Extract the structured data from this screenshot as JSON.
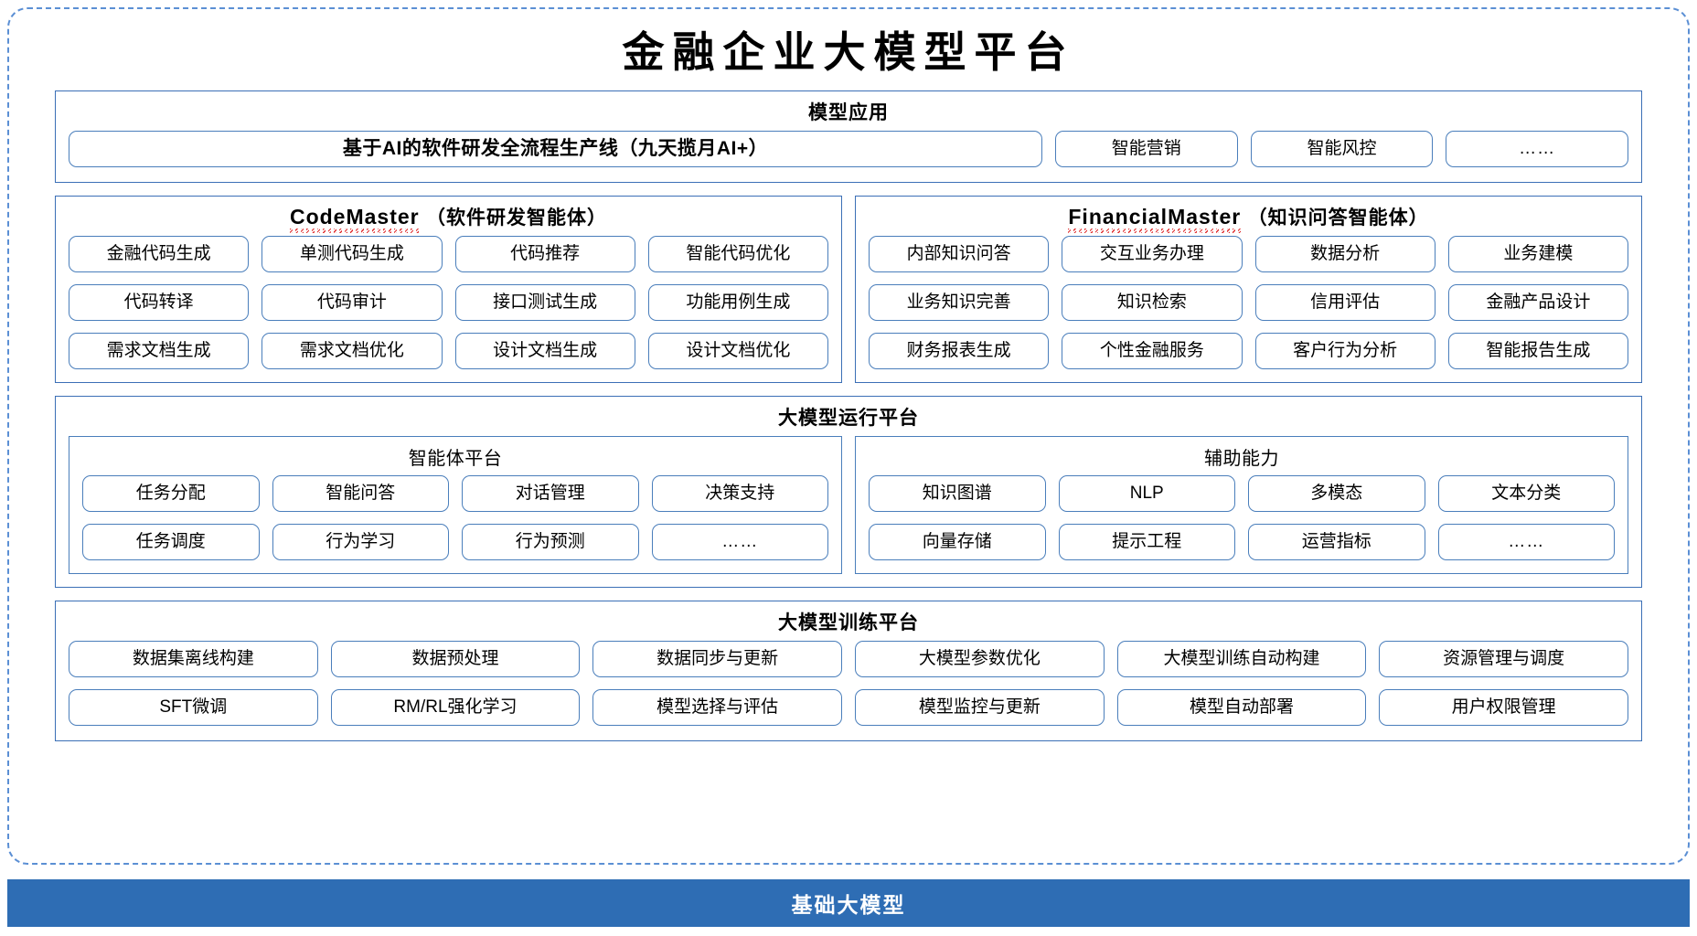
{
  "title": "金融企业大模型平台",
  "colors": {
    "frame_dashed": "#5B8FD4",
    "panel_border": "#3B6FB6",
    "pill_border": "#4A7EBB",
    "base_bar": "#2E6DB4",
    "squiggle": "#E23B3B"
  },
  "applications": {
    "heading": "模型应用",
    "hero": "基于AI的软件研发全流程生产线（九天揽月AI+）",
    "items": [
      "智能营销",
      "智能风控",
      "……"
    ]
  },
  "agents": [
    {
      "name_latin": "CodeMaster",
      "name_cn": "（软件研发智能体）",
      "rows": [
        [
          "金融代码生成",
          "单测代码生成",
          "代码推荐",
          "智能代码优化"
        ],
        [
          "代码转译",
          "代码审计",
          "接口测试生成",
          "功能用例生成"
        ],
        [
          "需求文档生成",
          "需求文档优化",
          "设计文档生成",
          "设计文档优化"
        ]
      ]
    },
    {
      "name_latin": "FinancialMaster",
      "name_cn": "（知识问答智能体）",
      "rows": [
        [
          "内部知识问答",
          "交互业务办理",
          "数据分析",
          "业务建模"
        ],
        [
          "业务知识完善",
          "知识检索",
          "信用评估",
          "金融产品设计"
        ],
        [
          "财务报表生成",
          "个性金融服务",
          "客户行为分析",
          "智能报告生成"
        ]
      ]
    }
  ],
  "runtime": {
    "heading": "大模型运行平台",
    "groups": [
      {
        "heading": "智能体平台",
        "rows": [
          [
            "任务分配",
            "智能问答",
            "对话管理",
            "决策支持"
          ],
          [
            "任务调度",
            "行为学习",
            "行为预测",
            "……"
          ]
        ]
      },
      {
        "heading": "辅助能力",
        "rows": [
          [
            "知识图谱",
            "NLP",
            "多模态",
            "文本分类"
          ],
          [
            "向量存储",
            "提示工程",
            "运营指标",
            "……"
          ]
        ]
      }
    ]
  },
  "training": {
    "heading": "大模型训练平台",
    "rows": [
      [
        "数据集离线构建",
        "数据预处理",
        "数据同步与更新",
        "大模型参数优化",
        "大模型训练自动构建",
        "资源管理与调度"
      ],
      [
        "SFT微调",
        "RM/RL强化学习",
        "模型选择与评估",
        "模型监控与更新",
        "模型自动部署",
        "用户权限管理"
      ]
    ]
  },
  "base": {
    "label": "基础大模型"
  }
}
